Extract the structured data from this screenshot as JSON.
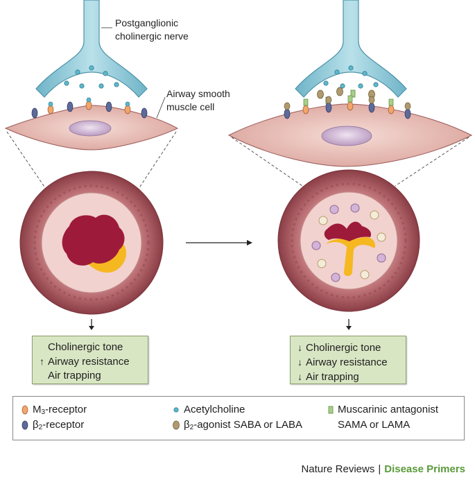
{
  "labels": {
    "nerve": [
      "Postganglionic",
      "cholinergic nerve"
    ],
    "smooth_muscle": [
      "Airway smooth",
      "muscle cell"
    ]
  },
  "left_box": {
    "lines": [
      {
        "arrow": "",
        "text": "Cholinergic tone"
      },
      {
        "arrow": "↑",
        "text": "Airway resistance"
      },
      {
        "arrow": "",
        "text": "Air trapping"
      }
    ]
  },
  "right_box": {
    "lines": [
      {
        "arrow": "↓",
        "text": "Cholinergic tone"
      },
      {
        "arrow": "↓",
        "text": "Airway resistance"
      },
      {
        "arrow": "↓",
        "text": "Air trapping"
      }
    ]
  },
  "legend": {
    "m3": {
      "prefix": "M",
      "sub": "3",
      "suffix": "-receptor"
    },
    "b2": {
      "prefix": "β",
      "sub": "2",
      "suffix": "-receptor"
    },
    "ach": "Acetylcholine",
    "agonist": {
      "prefix": "β",
      "sub": "2",
      "suffix": "-agonist SABA or LABA"
    },
    "antagonist": [
      "Muscarinic antagonist",
      "SAMA or LAMA"
    ]
  },
  "credit": {
    "journal": "Nature Reviews",
    "separator": "|",
    "series": "Disease Primers"
  },
  "colors": {
    "nerve": "#8ec9d9",
    "m3": "#f2a66b",
    "b2": "#5d6b9a",
    "ach": "#5fb7c9",
    "agonist": "#b09a6e",
    "antagonist": "#a9cf8a",
    "muscle": "#e3b6ad",
    "nucleus": "#c9b0d0",
    "wall": "#a85a60",
    "lumen": "#f1d2cf",
    "mucus": "#9e1a3a",
    "yellow": "#f5b820",
    "box_fill": "#d9e6c4"
  }
}
